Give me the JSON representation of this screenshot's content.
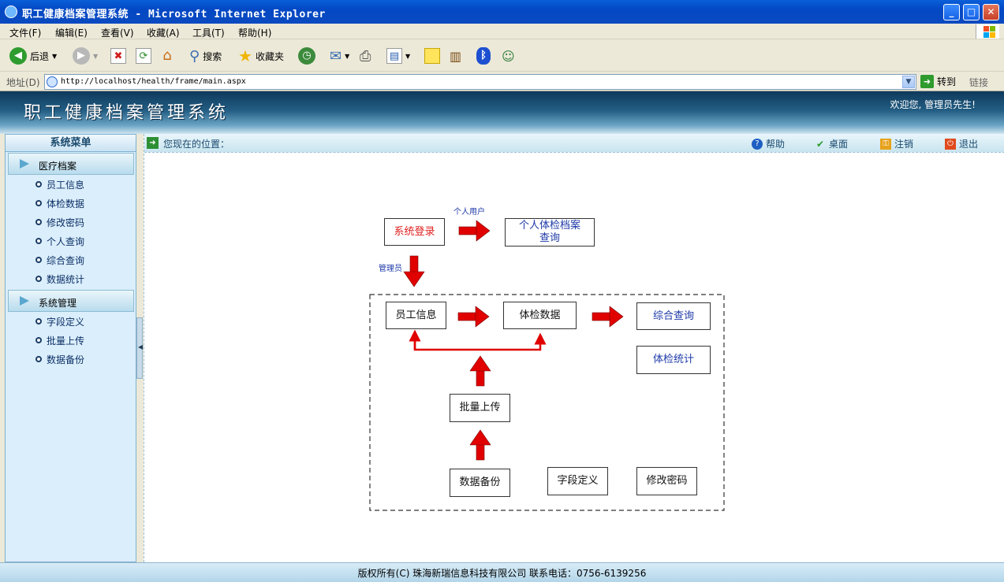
{
  "window": {
    "title": "职工健康档案管理系统 - Microsoft Internet Explorer",
    "minimize": "_",
    "maximize": "□",
    "close": "✕"
  },
  "menu": [
    "文件(F)",
    "编辑(E)",
    "查看(V)",
    "收藏(A)",
    "工具(T)",
    "帮助(H)"
  ],
  "toolbar": {
    "back_label": "后退",
    "search_label": "搜索",
    "favorites_label": "收藏夹"
  },
  "address": {
    "label": "地址(D)",
    "url": "http://localhost/health/frame/main.aspx",
    "go_label": "转到",
    "links_label": "链接"
  },
  "header": {
    "title": "职工健康档案管理系统",
    "welcome": "欢迎您, 管理员先生!"
  },
  "sidebar": {
    "title": "系统菜单",
    "groups": [
      {
        "label": "医疗档案",
        "items": [
          "员工信息",
          "体检数据",
          "修改密码",
          "个人查询",
          "综合查询",
          "数据统计"
        ]
      },
      {
        "label": "系统管理",
        "items": [
          "字段定义",
          "批量上传",
          "数据备份"
        ]
      }
    ]
  },
  "topbar": {
    "location_label": "您现在的位置：",
    "help": "帮助",
    "desktop": "桌面",
    "logout": "注销",
    "exit": "退出"
  },
  "flow": {
    "login": "系统登录",
    "personal_user_label": "个人用户",
    "personal_query": "个人体检档案查询",
    "admin_label": "管理员",
    "employee_info": "员工信息",
    "exam_data": "体检数据",
    "comprehensive_query": "综合查询",
    "exam_stats": "体检统计",
    "batch_upload": "批量上传",
    "data_backup": "数据备份",
    "field_def": "字段定义",
    "change_password": "修改密码"
  },
  "footer": {
    "text": "版权所有(C) 珠海新瑞信息科技有限公司 联系电话：0756-6139256"
  },
  "colors": {
    "arrow": "#e00000",
    "header_dark": "#0e3a5c",
    "sidebar_bg": "#dbeefb",
    "link_blue": "#1e3aa8"
  }
}
